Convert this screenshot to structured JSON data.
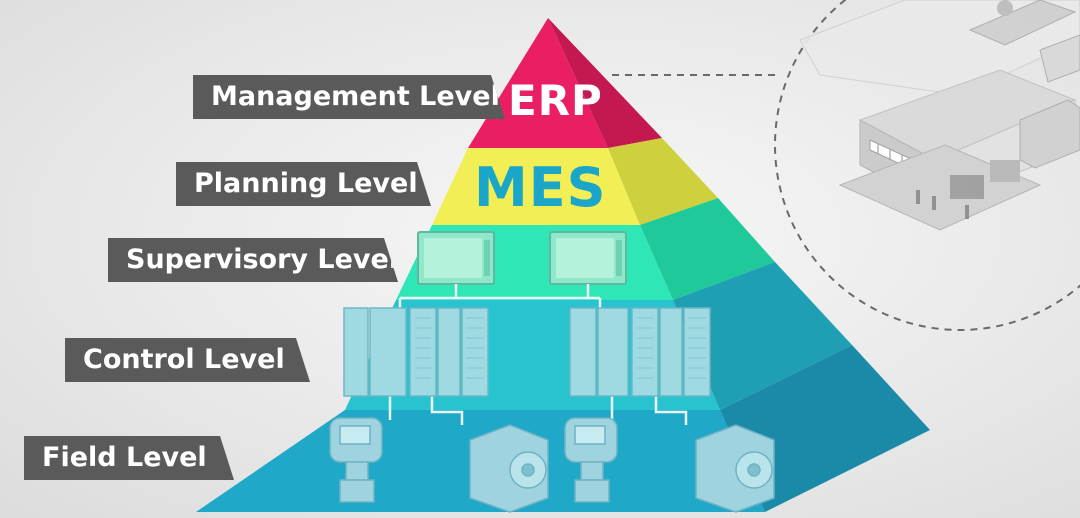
{
  "levels": {
    "management": "Management Level",
    "planning": "Planning Level",
    "supervisory": "Supervisory Level",
    "control": "Control Level",
    "field": "Field Level"
  },
  "tiers": {
    "erp": "ERP",
    "mes": "MES"
  },
  "colors": {
    "erp": "#e91e63",
    "mes": "#f2ee55",
    "supervisory": "#2fe6b6",
    "control": "#27c3cf",
    "field": "#1fa8c8",
    "label_bg": "#5a5a5a",
    "mes_text": "#1aa6c9"
  }
}
